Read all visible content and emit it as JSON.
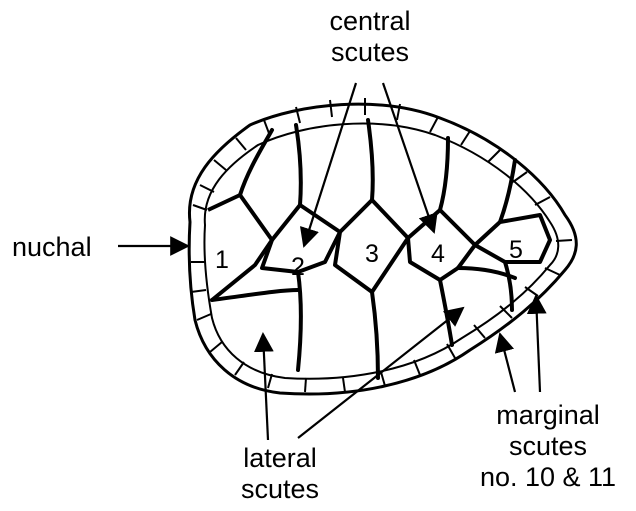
{
  "labels": {
    "central_line1": "central",
    "central_line2": "scutes",
    "nuchal": "nuchal",
    "lateral_line1": "lateral",
    "lateral_line2": "scutes",
    "marginal_line1": "marginal",
    "marginal_line2": "scutes",
    "marginal_line3": "no. 10 & 11"
  },
  "scute_numbers": [
    "1",
    "2",
    "3",
    "4",
    "5"
  ],
  "colors": {
    "ink": "#000000",
    "paper": "#ffffff"
  }
}
